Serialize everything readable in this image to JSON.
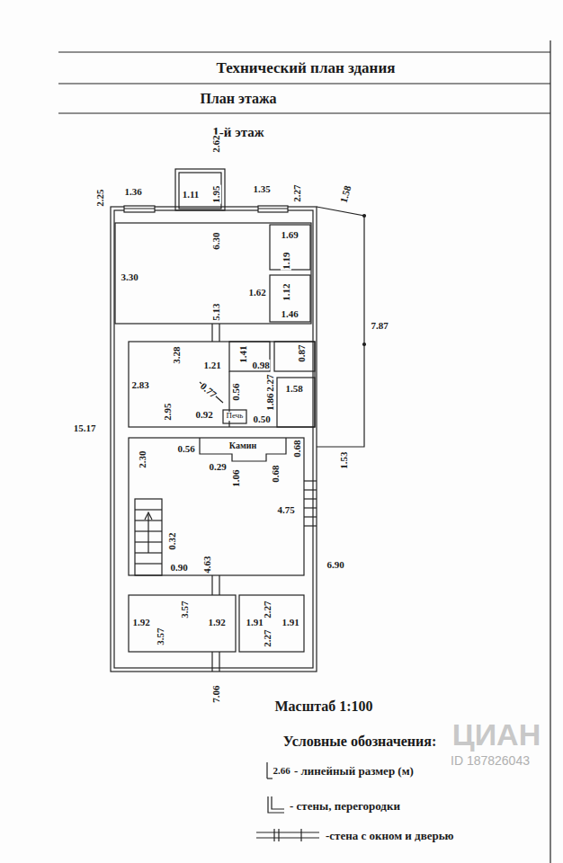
{
  "diagram": {
    "title": "Технический план здания",
    "labels": [
      "План этажа",
      "1-й этаж",
      "2.62",
      "2.25",
      "1.36",
      "1.11",
      "1.95",
      "1.35",
      "2.27",
      "1.58",
      "6.30",
      "1.69",
      "3.30",
      "1.19",
      "1.62",
      "1.12",
      "1.46",
      "5.13",
      "7.87",
      "3.28",
      "1.41",
      "1.21",
      "0.98",
      "0.87",
      "2.83",
      "0.77",
      "0.56",
      "2.27",
      "1.58",
      "2.95",
      "0.92",
      "Печь",
      "0.50",
      "1.86",
      "15.17",
      "2.30",
      "0.56",
      "Камин",
      "0.68",
      "0.29",
      "0.68",
      "1.06",
      "1.53",
      "4.75",
      "0.32",
      "0.90",
      "4.63",
      "6.90",
      "1.92",
      "3.57",
      "1.92",
      "3.57",
      "1.91",
      "2.27",
      "1.91",
      "2.27",
      "7.06",
      "Масштаб 1:100",
      "Условные обозначения:",
      "2.66",
      "ЦИАН",
      "ID 187826043"
    ],
    "legend": [
      {
        "text": "- линейный размер (м)"
      },
      {
        "text": "- стены, перегородки"
      },
      {
        "text": "-стена с окном и дверью"
      }
    ]
  }
}
